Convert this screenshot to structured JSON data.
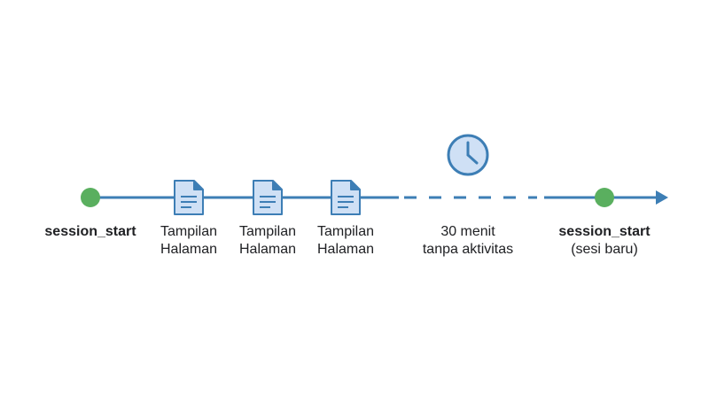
{
  "colors": {
    "line": "#3d7eb5",
    "event_dot": "#5aaf5f",
    "icon_fill": "#cfe0f5",
    "icon_stroke": "#3d7eb5",
    "clock_fill": "#cfe0f5",
    "text": "#202124"
  },
  "start_event": {
    "label": "session_start",
    "icon": "green-dot"
  },
  "page_views": [
    {
      "line1": "Tampilan",
      "line2": "Halaman",
      "icon": "document-icon"
    },
    {
      "line1": "Tampilan",
      "line2": "Halaman",
      "icon": "document-icon"
    },
    {
      "line1": "Tampilan",
      "line2": "Halaman",
      "icon": "document-icon"
    }
  ],
  "inactivity": {
    "line1": "30 menit",
    "line2": "tanpa aktivitas",
    "icon": "clock-icon"
  },
  "end_event": {
    "line1": "session_start",
    "line2": "(sesi baru)",
    "icon": "green-dot"
  }
}
